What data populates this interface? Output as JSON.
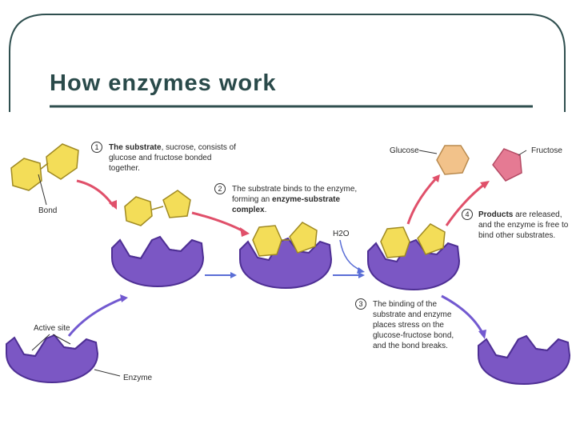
{
  "title": "How enzymes work",
  "colors": {
    "frame": "#2f4f4f",
    "enzyme": "#7b57c4",
    "enzyme_dark": "#4e2f94",
    "substrate": "#f3dd58",
    "substrate_edge": "#a08a22",
    "glucose": "#f2c28a",
    "fructose": "#e57a93",
    "arrow_red": "#e0506a",
    "arrow_blue": "#5a6ed6",
    "arrow_purple": "#7259d0"
  },
  "steps": [
    {
      "number": "1",
      "text_bold": "The substrate",
      "text": ", sucrose, consists of glucose and fructose bonded together."
    },
    {
      "number": "2",
      "text": "The substrate binds to the enzyme, forming an ",
      "text_bold": "enzyme-substrate complex",
      "text_end": "."
    },
    {
      "number": "3",
      "text": "The binding of the substrate and enzyme places stress on the glucose-fructose bond, and the bond breaks."
    },
    {
      "number": "4",
      "text_bold": "Products",
      "text": " are released, and the enzyme is free to bind other substrates."
    }
  ],
  "labels": {
    "bond": "Bond",
    "active_site": "Active site",
    "enzyme": "Enzyme",
    "glucose": "Glucose",
    "fructose": "Fructose",
    "water": "H2O"
  }
}
